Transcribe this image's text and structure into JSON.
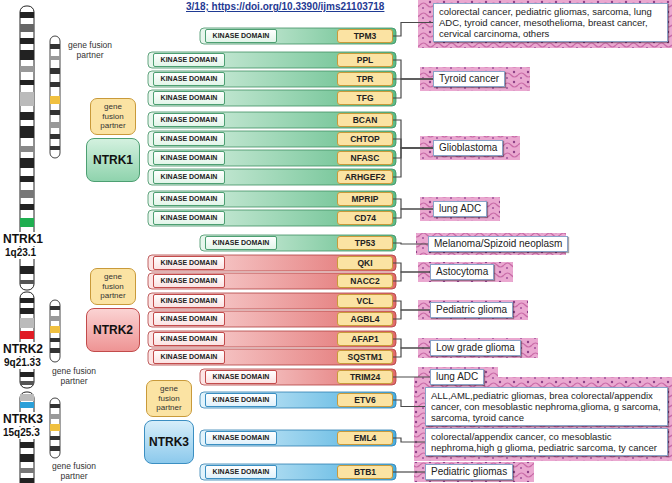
{
  "diagram": {
    "nodes": [
      {
        "text": [
          "gene fusion partner"
        ]
      },
      {
        "text": [
          "NTRK1"
        ]
      },
      {
        "text": [
          "KINASE DOMAIN"
        ]
      },
      {
        "text": [
          "TPM3"
        ]
      },
      {
        "text": [
          "colorectal cancer, pediatric gliomas, sarcoma, lung ADC, tyroid cancer, mesothelioma, breast cancer, cervical carcinoma, others"
        ]
      },
      {
        "text": [
          "KINASE DOMAIN"
        ]
      },
      {
        "text": [
          "PPL"
        ]
      },
      {
        "text": [
          "KINASE DOMAIN"
        ]
      },
      {
        "text": [
          "TPR"
        ]
      },
      {
        "text": [
          "KINASE DOMAIN"
        ]
      },
      {
        "text": [
          "TFG"
        ]
      },
      {
        "text": [
          "Tyroid cancer"
        ]
      },
      {
        "text": [
          "KINASE DOMAIN"
        ]
      },
      {
        "text": [
          "BCAN"
        ]
      },
      {
        "text": [
          "KINASE DOMAIN"
        ]
      },
      {
        "text": [
          "CHTOP"
        ]
      },
      {
        "text": [
          "KINASE DOMAIN"
        ]
      },
      {
        "text": [
          "NFASC"
        ]
      },
      {
        "text": [
          "KINASE DOMAIN"
        ]
      },
      {
        "text": [
          "ARHGEF2"
        ]
      },
      {
        "text": [
          "Glioblastoma"
        ]
      },
      {
        "text": [
          "KINASE DOMAIN"
        ]
      },
      {
        "text": [
          "MPRIP"
        ]
      },
      {
        "text": [
          "KINASE DOMAIN"
        ]
      },
      {
        "text": [
          "CD74"
        ]
      },
      {
        "text": [
          "lung ADC"
        ]
      },
      {
        "text": [
          "KINASE DOMAIN"
        ]
      },
      {
        "text": [
          "TP53"
        ]
      },
      {
        "text": [
          "Melanoma/Spizoid neoplasm"
        ]
      },
      {
        "text": [
          "gene fusion partner"
        ]
      },
      {
        "text": [
          "NTRK2"
        ]
      },
      {
        "text": [
          "KINASE DOMAIN"
        ]
      },
      {
        "text": [
          "QKI"
        ]
      },
      {
        "text": [
          "KINASE DOMAIN"
        ]
      },
      {
        "text": [
          "NACC2"
        ]
      },
      {
        "text": [
          "Astocytoma"
        ]
      },
      {
        "text": [
          "KINASE DOMAIN"
        ]
      },
      {
        "text": [
          "VCL"
        ]
      },
      {
        "text": [
          "KINASE DOMAIN"
        ]
      },
      {
        "text": [
          "AGBL4"
        ]
      },
      {
        "text": [
          "Pediatric glioma"
        ]
      },
      {
        "text": [
          "KINASE DOMAIN"
        ]
      },
      {
        "text": [
          "AFAP1"
        ]
      },
      {
        "text": [
          "KINASE DOMAIN"
        ]
      },
      {
        "text": [
          "SQSTM1"
        ]
      },
      {
        "text": [
          "Low grade glioma"
        ]
      },
      {
        "text": [
          "KINASE DOMAIN"
        ]
      },
      {
        "text": [
          "TRIM24"
        ]
      },
      {
        "text": [
          "lung ADC"
        ]
      },
      {
        "text": [
          "gene fusion partner"
        ]
      },
      {
        "text": [
          "NTRK3"
        ]
      },
      {
        "text": [
          "KINASE DOMAIN"
        ]
      },
      {
        "text": [
          "ETV6"
        ]
      },
      {
        "text": [
          "ALL,AML,pediatric gliomas, brea colorectal/appendix cancer, con mesoblastic nephroma,glioma, g sarcoma, sarcoma, tyroid cance"
        ]
      },
      {
        "text": [
          "KINASE DOMAIN"
        ]
      },
      {
        "text": [
          "EML4"
        ]
      },
      {
        "text": [
          "colorectal/appendix cancer, co mesoblastic nephroma,high g glioma, pediatric sarcoma, ty cancer"
        ]
      },
      {
        "text": [
          "KINASE DOMAIN"
        ]
      },
      {
        "text": [
          "BTB1"
        ]
      },
      {
        "text": [
          "Pediatric gliomas"
        ]
      }
    ],
    "edges": [
      {
        "from": 3,
        "to": 4,
        "arrow": "none"
      },
      {
        "from": 6,
        "to": 11,
        "arrow": "none"
      },
      {
        "from": 8,
        "to": 11,
        "arrow": "none"
      },
      {
        "from": 10,
        "to": 11,
        "arrow": "none"
      },
      {
        "from": 13,
        "to": 20,
        "arrow": "none"
      },
      {
        "from": 15,
        "to": 20,
        "arrow": "none"
      },
      {
        "from": 17,
        "to": 20,
        "arrow": "none"
      },
      {
        "from": 19,
        "to": 20,
        "arrow": "none"
      },
      {
        "from": 22,
        "to": 25,
        "arrow": "none"
      },
      {
        "from": 24,
        "to": 25,
        "arrow": "none"
      },
      {
        "from": 27,
        "to": 28,
        "arrow": "none"
      },
      {
        "from": 32,
        "to": 35,
        "arrow": "none"
      },
      {
        "from": 34,
        "to": 35,
        "arrow": "none"
      },
      {
        "from": 37,
        "to": 40,
        "arrow": "none"
      },
      {
        "from": 39,
        "to": 40,
        "arrow": "none"
      },
      {
        "from": 42,
        "to": 45,
        "arrow": "none"
      },
      {
        "from": 44,
        "to": 45,
        "arrow": "none"
      },
      {
        "from": 47,
        "to": 48,
        "arrow": "none"
      },
      {
        "from": 52,
        "to": 53,
        "arrow": "none"
      },
      {
        "from": 55,
        "to": 56,
        "arrow": "none"
      },
      {
        "from": 58,
        "to": 59,
        "arrow": "none"
      }
    ],
    "labels": [
      "3/18; https://doi.org/10.3390/ijms21103718",
      "NTRK1",
      "1q23.1",
      "gene fusion partner",
      "NTRK2",
      "9q21.33",
      "gene fusion partner",
      "NTRK3",
      "15q25.3",
      "gene fusion partner"
    ]
  }
}
